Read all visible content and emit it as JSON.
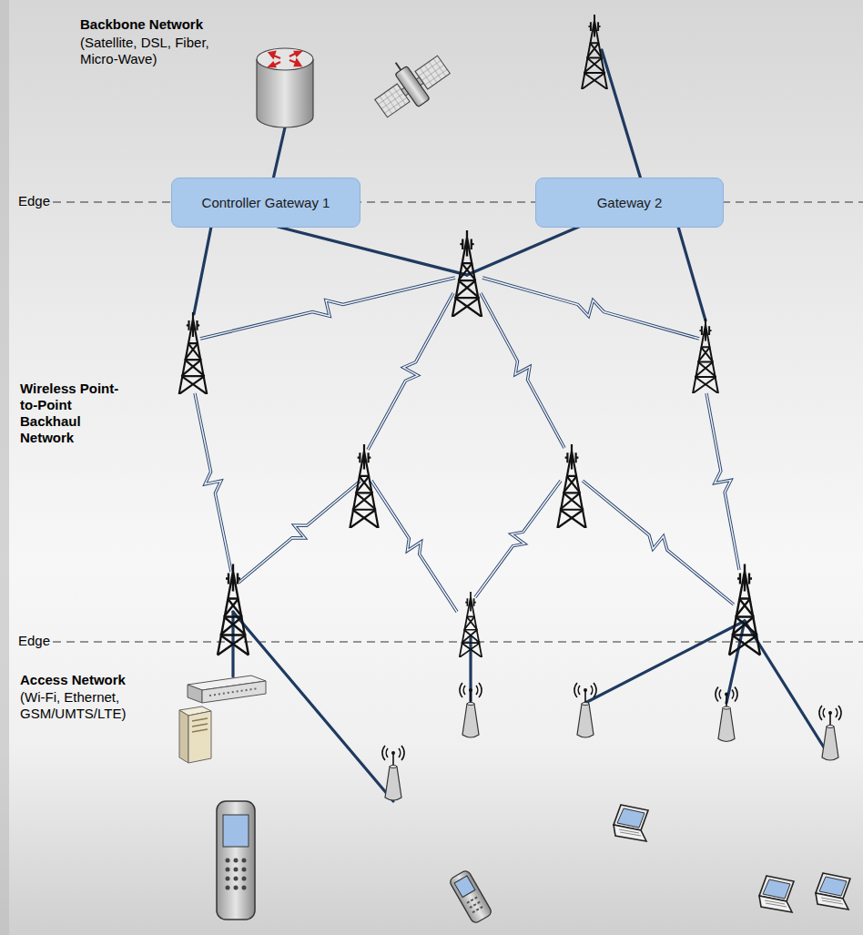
{
  "diagram": {
    "nodes": [
      {
        "text": [
          "Controller Gateway 1"
        ]
      },
      {
        "text": [
          "Gateway 2"
        ]
      }
    ],
    "labels": [
      "Backbone Network",
      "(Satellite, DSL, Fiber, Micro-Wave)",
      "Edge",
      "Edge",
      "Wireless Point-to-Point Backhaul Network",
      "Access Network",
      "(Wi-Fi, Ethernet, GSM/UMTS/LTE)"
    ]
  }
}
